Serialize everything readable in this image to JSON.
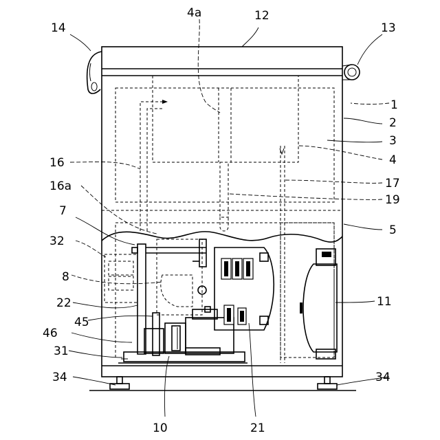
{
  "labels": {
    "l1": "1",
    "l2": "2",
    "l3": "3",
    "l4": "4",
    "l4a": "4a",
    "l5": "5",
    "l7": "7",
    "l8": "8",
    "l10": "10",
    "l11": "11",
    "l12": "12",
    "l13": "13",
    "l14": "14",
    "l16": "16",
    "l16a": "16a",
    "l17": "17",
    "l19": "19",
    "l21": "21",
    "l22": "22",
    "l31": "31",
    "l32": "32",
    "l34a": "34",
    "l34b": "34",
    "l45": "45",
    "l46": "46"
  }
}
